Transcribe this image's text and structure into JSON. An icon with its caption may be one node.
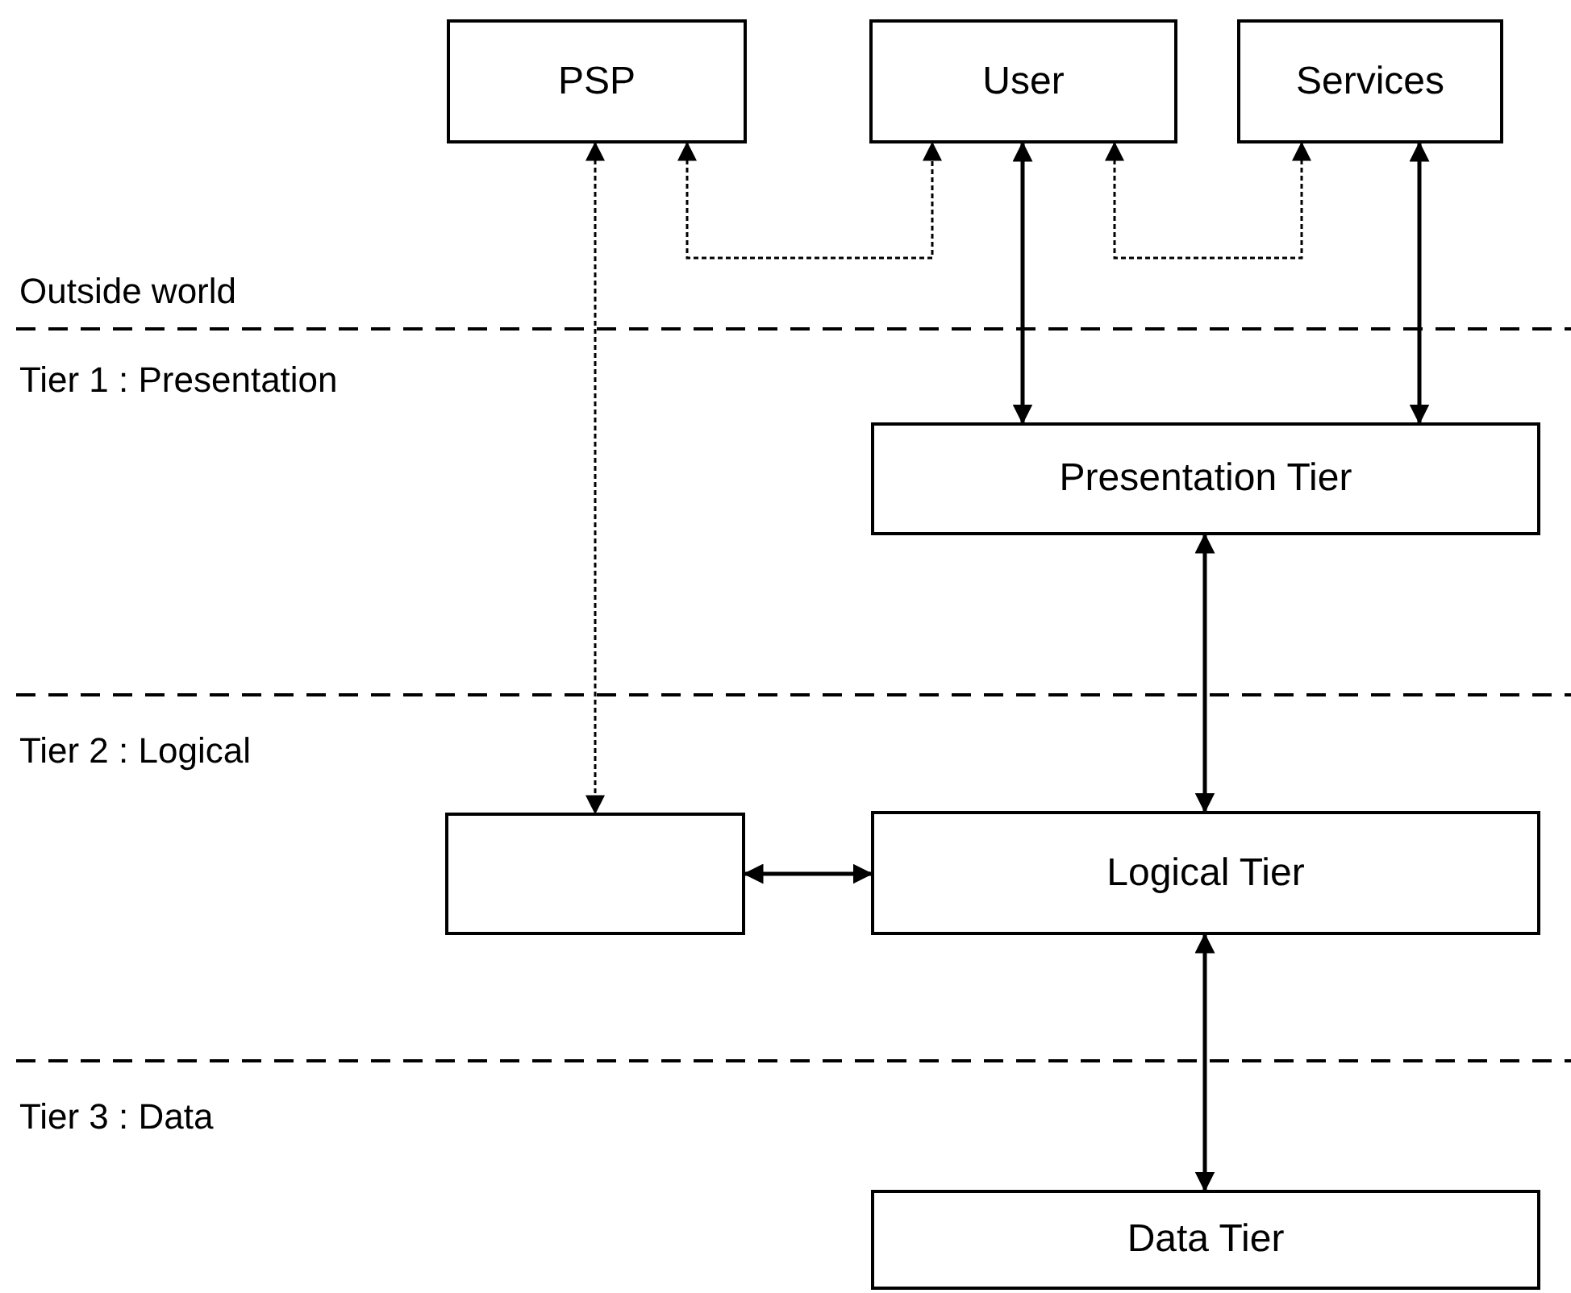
{
  "diagram": {
    "nodes": [
      {
        "text": [
          "PSP"
        ]
      },
      {
        "text": [
          "User"
        ]
      },
      {
        "text": [
          "Services"
        ]
      },
      {
        "text": [
          "Presentation Tier"
        ]
      },
      {
        "text": [],
        "shape": "box"
      },
      {
        "text": [
          "Logical Tier"
        ]
      },
      {
        "text": [
          "Data Tier"
        ]
      }
    ],
    "edges": [
      {
        "from": 0,
        "to": 4,
        "arrow": "both",
        "style": "dashed"
      },
      {
        "from": 0,
        "to": 1,
        "arrow": "both",
        "style": "dashed"
      },
      {
        "from": 1,
        "to": 2,
        "arrow": "both",
        "style": "dashed"
      },
      {
        "from": 1,
        "to": 3,
        "arrow": "both"
      },
      {
        "from": 2,
        "to": 3,
        "arrow": "both"
      },
      {
        "from": 3,
        "to": 5,
        "arrow": "both"
      },
      {
        "from": 4,
        "to": 5,
        "arrow": "both"
      },
      {
        "from": 5,
        "to": 6,
        "arrow": "both"
      }
    ],
    "labels": [
      "Outside world",
      "Tier 1 : Presentation",
      "Tier 2 : Logical",
      "Tier 3 : Data"
    ]
  }
}
